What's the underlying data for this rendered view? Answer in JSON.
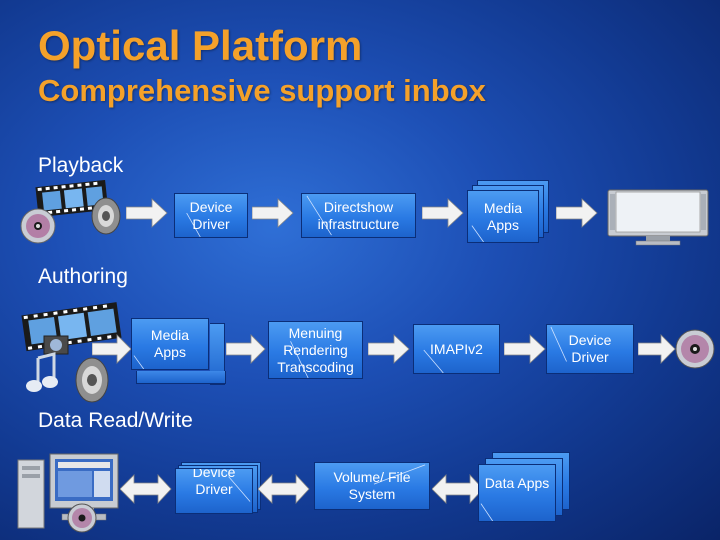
{
  "title": "Optical Platform",
  "subtitle": "Comprehensive support inbox",
  "sections": {
    "playback": "Playback",
    "authoring": "Authoring",
    "readwrite": "Data Read/Write"
  },
  "boxes": {
    "playback_driver": "Device Driver",
    "playback_directshow": "Directshow infrastructure",
    "playback_apps": "Media Apps",
    "authoring_apps": "Media Apps",
    "authoring_menuing": "Menuing Rendering Transcoding",
    "authoring_imapi": "IMAPIv2",
    "authoring_driver": "Device Driver",
    "rw_driver": "Device Driver",
    "rw_fs": "Volume/ File System",
    "rw_apps": "Data Apps"
  },
  "icons": {
    "playback_left": "film-disc-speaker-icon",
    "playback_right": "tv-monitor-icon",
    "authoring_left": "film-speaker-music-icon",
    "authoring_right": "disc-icon",
    "readwrite_left": "computer-disc-icon"
  },
  "colors": {
    "title": "#f4a12a",
    "box": "#2a7ae4",
    "arrow": "#f2f2f2",
    "background": "#1d4fb5"
  }
}
